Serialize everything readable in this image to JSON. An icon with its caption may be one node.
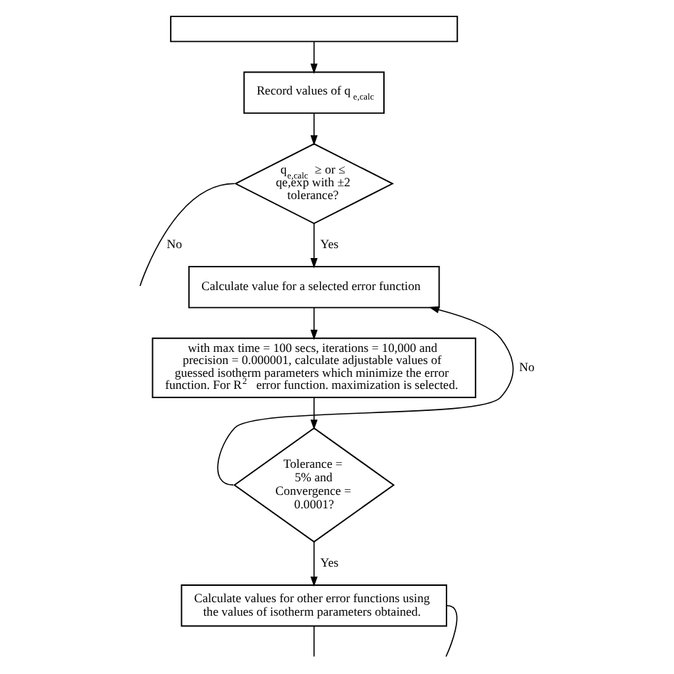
{
  "diagram": {
    "nodes": [
      {
        "text": [],
        "shape": "box"
      },
      {
        "text": [
          "Record values of q$_{e,calc}$"
        ]
      },
      {
        "text": [
          "q$_{e,calc}$ ≥ or ≤ qe,exp with ±2 tolerance?"
        ]
      },
      {
        "text": [
          "Calculate value for a selected error function"
        ]
      },
      {
        "text": [
          "with max time = 100 secs, iterations = 10,000 and precision = 0.000001, calculate adjustable values of guessed isotherm parameters which minimize the error function. For R$^{2}$ error function. maximization is selected."
        ]
      },
      {
        "text": [
          "Tolerance = 5% and Convergence = 0.0001?"
        ]
      },
      {
        "text": [
          "Calculate values for other error functions using the values of isotherm parameters obtained."
        ]
      }
    ],
    "edges": [
      {
        "from": 0,
        "to": 1,
        "arrow": "to"
      },
      {
        "from": 1,
        "to": 2,
        "arrow": "to"
      },
      {
        "from": 2,
        "to": null,
        "arrow": "none",
        "label": "No"
      },
      {
        "from": 2,
        "to": 3,
        "arrow": "to",
        "label": "Yes"
      },
      {
        "from": 3,
        "to": 4,
        "arrow": "to"
      },
      {
        "from": 4,
        "to": 5,
        "arrow": "to"
      },
      {
        "from": 5,
        "to": 3,
        "arrow": "to",
        "label": "No"
      },
      {
        "from": 5,
        "to": 6,
        "arrow": "to",
        "label": "Yes"
      },
      {
        "from": 6,
        "to": null,
        "arrow": "none"
      },
      {
        "from": 6,
        "to": null,
        "arrow": "none"
      }
    ]
  }
}
